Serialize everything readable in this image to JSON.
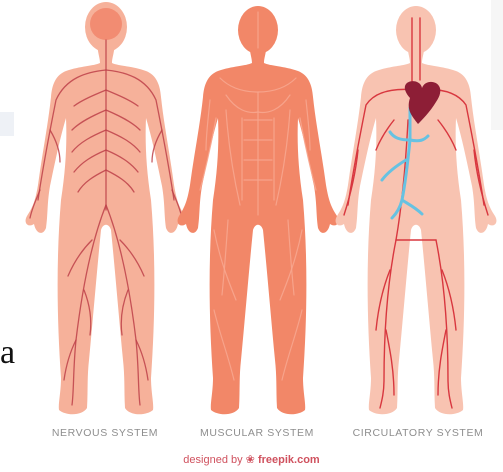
{
  "captions": {
    "nervous": "NERVOUS SYSTEM",
    "muscular": "MUSCULAR SYSTEM",
    "circulatory": "CIRCULATORY SYSTEM"
  },
  "credit": {
    "prefix": "designed by",
    "brand": "freepik.com"
  },
  "stray_letter": "a",
  "colors": {
    "skin_nervous": "#f6b19a",
    "skin_muscular": "#f28768",
    "skin_circulatory": "#f8c3b1",
    "nerves": "#bd4149",
    "arteries": "#d8373f",
    "veins": "#66c2e2",
    "heart": "#8d1e36",
    "caption": "#8e8e8e",
    "credit": "#d0525f"
  }
}
